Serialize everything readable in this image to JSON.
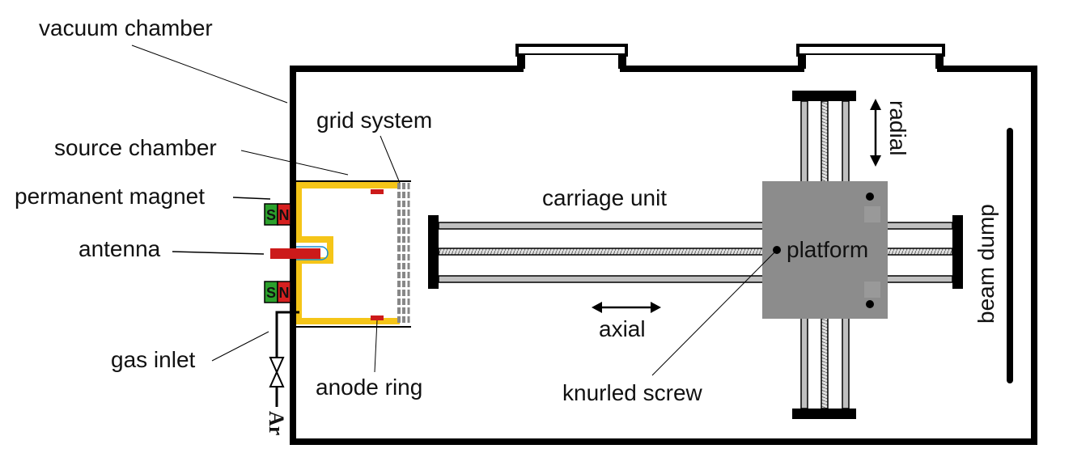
{
  "title": "Ion source test stand schematic",
  "labels": {
    "vacuum_chamber": "vacuum chamber",
    "source_chamber": "source chamber",
    "permanent_magnet": "permanent magnet",
    "antenna": "antenna",
    "gas_inlet": "gas inlet",
    "grid_system": "grid system",
    "anode_ring": "anode ring",
    "carriage_unit": "carriage unit",
    "axial": "axial",
    "knurled_screw": "knurled screw",
    "platform": "platform",
    "radial": "radial",
    "beam_dump": "beam dump",
    "gas": "Ar"
  },
  "magnet": {
    "south": "S",
    "north": "N"
  },
  "colors": {
    "source_chamber": "#f5c518",
    "magnet_south": "#2ca02c",
    "magnet_north": "#d62020",
    "antenna": "#cc1a1a",
    "platform": "#8c8c8c",
    "rail": "#c0c0c0",
    "outline": "#000000"
  }
}
